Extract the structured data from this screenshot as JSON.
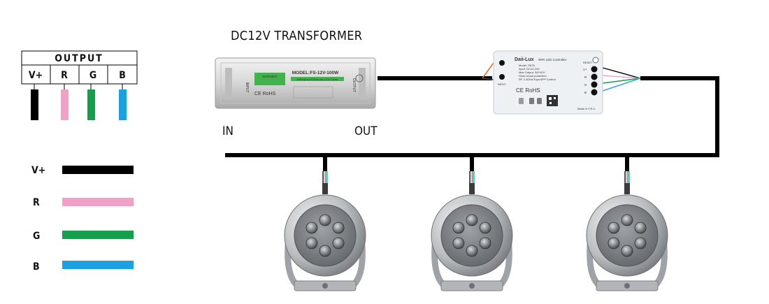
{
  "title": "DC12V TRANSFORMER",
  "transformer": {
    "model": "MODEL:FS-12V-100W",
    "subtitle": "Waterproof Electronic LED Driver",
    "warning": "WARNING",
    "input_label": "INPUT",
    "output_label": "OUTPUT",
    "cert": "CE RoHS",
    "in_label": "IN",
    "out_label": "OUT"
  },
  "controller": {
    "brand": "Daii-Lux",
    "name": "WIFI LED Controller",
    "specs": [
      "Model: SK76",
      "Input: DC12-24V",
      "Max Output: 3A*3CH",
      "Short circuit protection",
      "RF 2.4GHz/Tuya APP Control"
    ],
    "cert": "CE RoHS",
    "made_in": "Made in P.R.C.",
    "input_label": "INPUT",
    "reset_label": "RESET",
    "pins": [
      "V+",
      "R",
      "G",
      "B"
    ]
  },
  "output_table": {
    "header": "OUTPUT",
    "columns": [
      "V+",
      "R",
      "G",
      "B"
    ]
  },
  "legend": [
    {
      "label": "V+",
      "color": "#000000"
    },
    {
      "label": "R",
      "color": "#f2a0c8"
    },
    {
      "label": "G",
      "color": "#12a14a"
    },
    {
      "label": "B",
      "color": "#1ba1e2"
    }
  ],
  "lights": {
    "count": 3,
    "leds_per_light": 6
  }
}
